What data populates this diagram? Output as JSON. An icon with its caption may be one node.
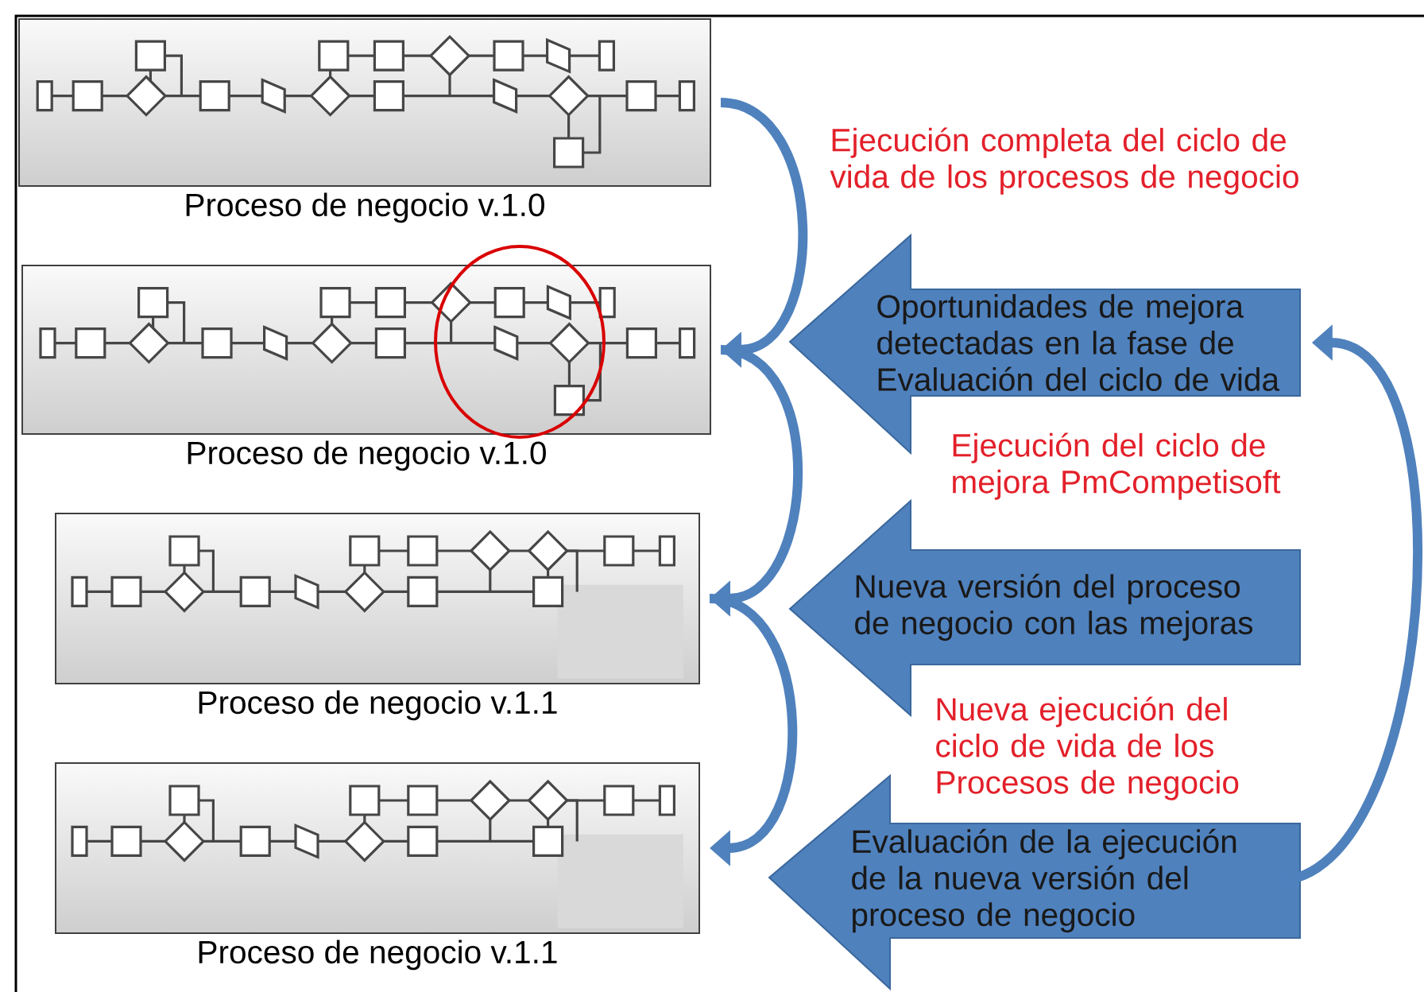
{
  "diagram": {
    "nodes": [
      {
        "text": [
          "Proceso de negocio v.1.0"
        ]
      },
      {
        "text": [
          "Proceso de negocio v.1.0"
        ]
      },
      {
        "text": [
          "Proceso de negocio v.1.1"
        ]
      },
      {
        "text": [
          "Proceso de negocio v.1.1"
        ]
      },
      {
        "text": [
          "Oportunidades de mejora detectadas en la fase de Evaluación del ciclo de vida"
        ]
      },
      {
        "text": [
          "Nueva versión del proceso de negocio con las mejoras"
        ]
      },
      {
        "text": [
          "Evaluación de la ejecución de la nueva versión del proceso de negocio"
        ]
      }
    ],
    "edges": [
      {
        "from": 0,
        "to": 1,
        "arrow": "to"
      },
      {
        "from": 1,
        "to": 2,
        "arrow": "to"
      },
      {
        "from": 2,
        "to": 3,
        "arrow": "to"
      },
      {
        "from": 6,
        "to": 4,
        "arrow": "to"
      }
    ],
    "labels": [
      "Ejecución completa del ciclo de vida de los procesos de negocio",
      "Ejecución del ciclo de mejora PmCompetisoft",
      "Nueva ejecución del ciclo de vida de los Procesos de negocio"
    ]
  }
}
